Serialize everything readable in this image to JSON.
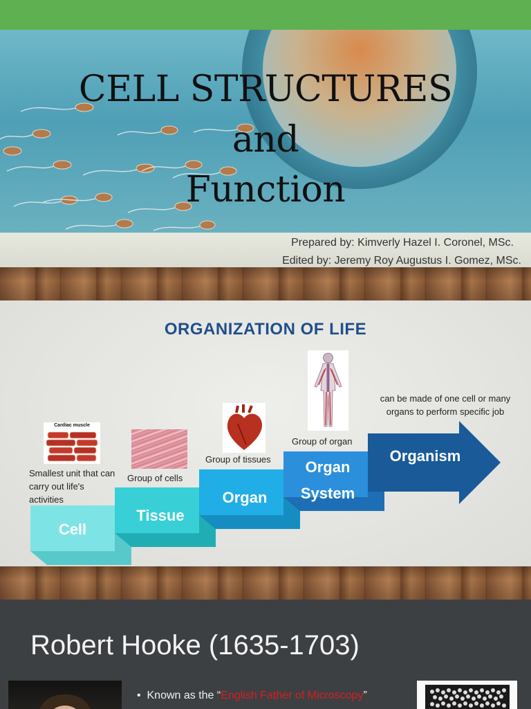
{
  "slide1": {
    "title_line1": "CELL STRUCTURES",
    "title_line2": "and",
    "title_line3": "Function",
    "prepared_by": "Prepared by: Kimverly Hazel I. Coronel, MSc.",
    "edited_by": "Edited by: Jeremy Roy Augustus I. Gomez, MSc."
  },
  "slide2": {
    "title": "ORGANIZATION OF LIFE",
    "steps": [
      {
        "label": "Cell",
        "color": "#7ee3e5"
      },
      {
        "label": "Tissue",
        "color": "#38d0d6"
      },
      {
        "label": "Organ",
        "color": "#21aee6"
      },
      {
        "label_line1": "Organ",
        "label_line2": "System",
        "color": "#2b8fdc"
      },
      {
        "label": "Organism",
        "color": "#1a5a98"
      }
    ],
    "notes": {
      "cell": "Smallest unit that can carry out life's activities",
      "tissue": "Group of cells",
      "organ": "Group of tissues",
      "organ_system": "Group of organ",
      "organism": "can be made of one cell or many organs to perform specific job"
    },
    "images": {
      "cardiac_caption": "Cardiac muscle"
    }
  },
  "slide3": {
    "title": "Robert Hooke (1635-1703)",
    "bullet_prefix": "Known as the “",
    "bullet_highlight": "English Father of Microscopy",
    "bullet_suffix": "”"
  },
  "colors": {
    "green_strip": "#5eb050",
    "org_title": "#1f4f8a",
    "highlight_red": "#d81e1e",
    "dark_slide": "#3d4043"
  }
}
